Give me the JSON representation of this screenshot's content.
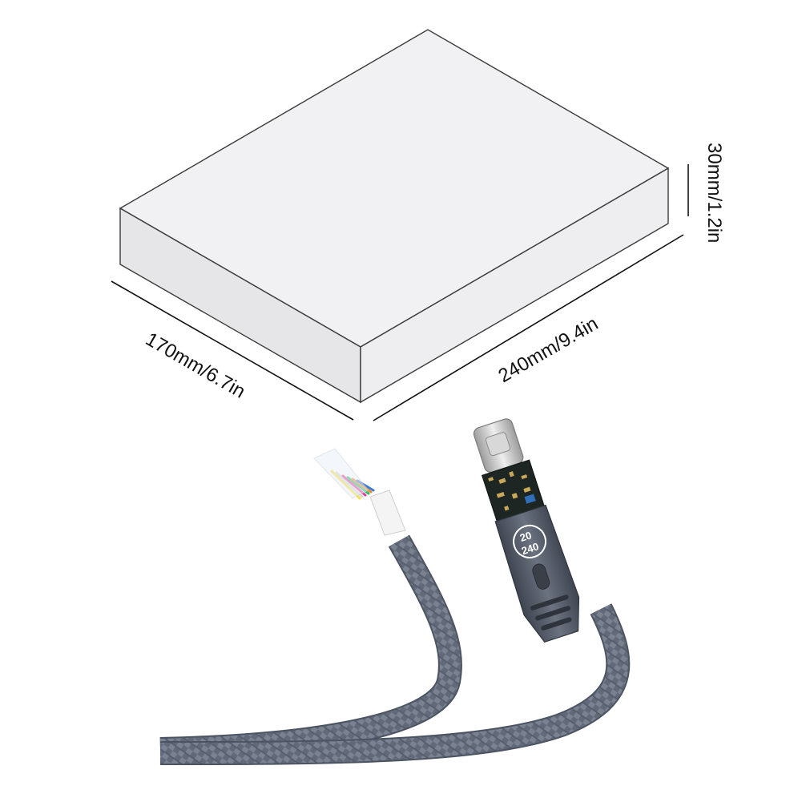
{
  "dimensions": {
    "length": "240mm/9.4in",
    "width": "170mm/6.7in",
    "height": "30mm/1.2in"
  },
  "cable_badge": {
    "line1": "20",
    "line2": "240"
  },
  "colors": {
    "box_top": "#f1f1f3",
    "box_side": "#e4e4e6",
    "box_edge": "#3a3a3a",
    "cable_braid": "#5a6272",
    "connector_metal": "#c8c8c8",
    "pcb": "#1d2622",
    "housing": "#4e5560"
  }
}
